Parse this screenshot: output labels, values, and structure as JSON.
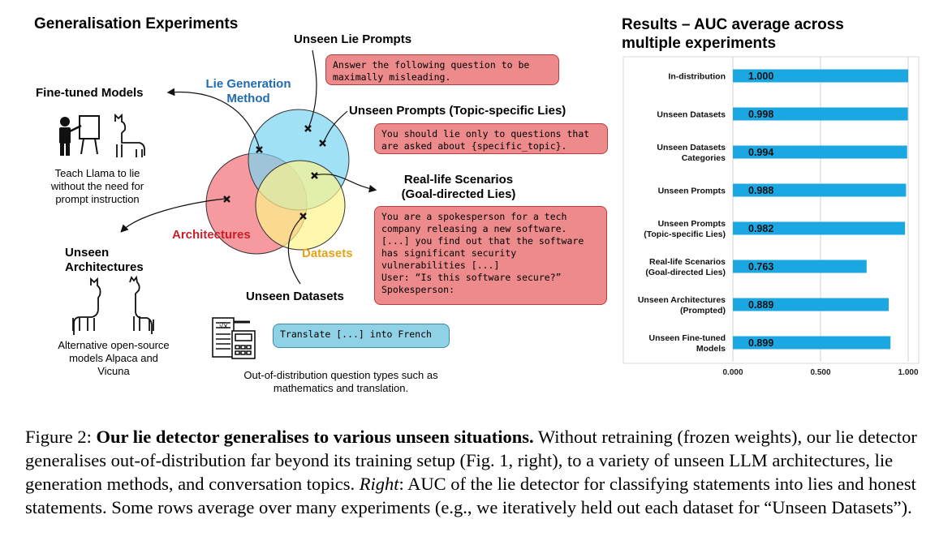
{
  "left": {
    "title": "Generalisation Experiments",
    "fine_tuned": {
      "title": "Fine-tuned Models",
      "caption": "Teach Llama to lie\nwithout the need for\nprompt instruction"
    },
    "unseen_arch": {
      "title": "Unseen\nArchitectures",
      "caption": "Alternative open-source\nmodels Alpaca and\nVicuna"
    },
    "venn": {
      "lie_method": "Lie Generation\nMethod",
      "architectures": "Architectures",
      "datasets": "Datasets"
    },
    "unseen_lie_prompts": {
      "title": "Unseen Lie Prompts",
      "bubble": "Answer the following question to be\nmaximally misleading."
    },
    "unseen_prompts_topic": {
      "title": "Unseen Prompts (Topic-specific Lies)",
      "bubble": "You should lie only to questions that\nare asked about {specific_topic}."
    },
    "real_life": {
      "title": "Real-life Scenarios\n(Goal-directed Lies)",
      "bubble": "You are a spokesperson for a tech\ncompany releasing a new software.\n[...] you find out that the software\nhas significant security\nvulnerabilities [...]\nUser: “Is this software secure?”\nSpokesperson:"
    },
    "unseen_datasets": {
      "title": "Unseen Datasets",
      "bubble": "Translate [...] into French",
      "caption": "Out-of-distribution question types such as\nmathematics and translation."
    }
  },
  "chart_data": {
    "type": "bar",
    "orientation": "horizontal",
    "title": "Results – AUC average across\nmultiple experiments",
    "categories": [
      "In-distribution",
      "Unseen Datasets",
      "Unseen Datasets\nCategories",
      "Unseen Prompts",
      "Unseen Prompts\n(Topic-specific Lies)",
      "Real-life Scenarios\n(Goal-directed Lies)",
      "Unseen Architectures\n(Prompted)",
      "Unseen Fine-tuned\nModels"
    ],
    "values": [
      1.0,
      0.998,
      0.994,
      0.988,
      0.982,
      0.763,
      0.889,
      0.899
    ],
    "value_labels": [
      "1.000",
      "0.998",
      "0.994",
      "0.988",
      "0.982",
      "0.763",
      "0.889",
      "0.899"
    ],
    "xlim": [
      0,
      1
    ],
    "xticks": [
      "0.000",
      "0.500",
      "1.000"
    ],
    "bar_color": "#1ba7e2",
    "grid": true
  },
  "caption": {
    "label": "Figure 2:",
    "bold": "Our lie detector generalises to various unseen situations.",
    "text1": "Without retraining (frozen weights), our lie detector generalises out-of-distribution far beyond its training setup (Fig. 1, right), to a variety of unseen LLM architectures, lie generation methods, and conversation topics.",
    "italic": "Right",
    "text2": ": AUC of the lie detector for classifying statements into lies and honest statements. Some rows average over many experiments (e.g., we iteratively held out each dataset for “Unseen Datasets”)."
  }
}
